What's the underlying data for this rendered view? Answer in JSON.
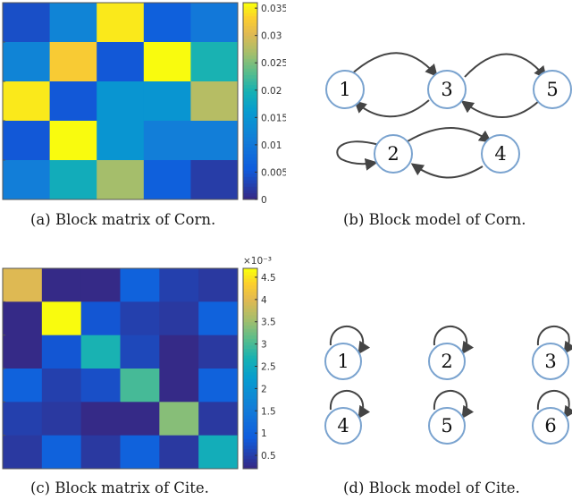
{
  "panels": {
    "a": {
      "caption": "(a)  Block matrix of Corn.",
      "matrix": [
        [
          0.004,
          0.012,
          0.035,
          0.006,
          0.01
        ],
        [
          0.012,
          0.033,
          0.005,
          0.036,
          0.02
        ],
        [
          0.035,
          0.005,
          0.015,
          0.015,
          0.028
        ],
        [
          0.005,
          0.036,
          0.015,
          0.011,
          0.011
        ],
        [
          0.011,
          0.019,
          0.027,
          0.006,
          0.002
        ]
      ],
      "colorbar": {
        "min": 0,
        "max": 0.036,
        "ticks": [
          0,
          0.005,
          0.01,
          0.015,
          0.02,
          0.025,
          0.03,
          0.035
        ],
        "tick_labels": [
          "0",
          "0.005",
          "0.01",
          "0.015",
          "0.02",
          "0.025",
          "0.03",
          "0.035"
        ],
        "exponent": ""
      }
    },
    "b": {
      "caption": "(b)  Block model of Corn.",
      "nodes": [
        "1",
        "3",
        "5",
        "2",
        "4"
      ]
    },
    "c": {
      "caption": "(c)  Block matrix of Cite.",
      "matrix": [
        [
          0.004,
          0.0002,
          0.0002,
          0.001,
          0.0005,
          0.0004
        ],
        [
          0.0002,
          0.0047,
          0.0008,
          0.0005,
          0.0004,
          0.001
        ],
        [
          0.0002,
          0.0008,
          0.0027,
          0.0006,
          0.0002,
          0.0004
        ],
        [
          0.001,
          0.0005,
          0.0007,
          0.003,
          0.0002,
          0.001
        ],
        [
          0.0005,
          0.0004,
          0.0002,
          0.0002,
          0.0034,
          0.0004
        ],
        [
          0.0004,
          0.001,
          0.0004,
          0.001,
          0.0004,
          0.0026
        ]
      ],
      "colorbar": {
        "min": 0.0002,
        "max": 0.0047,
        "ticks": [
          0.0005,
          0.001,
          0.0015,
          0.002,
          0.0025,
          0.003,
          0.0035,
          0.004,
          0.0045
        ],
        "tick_labels": [
          "0.5",
          "1",
          "1.5",
          "2",
          "2.5",
          "3",
          "3.5",
          "4",
          "4.5"
        ],
        "exponent": "×10⁻³"
      }
    },
    "d": {
      "caption": "(d)  Block model of Cite.",
      "nodes": [
        "1",
        "2",
        "3",
        "4",
        "5",
        "6"
      ]
    }
  }
}
